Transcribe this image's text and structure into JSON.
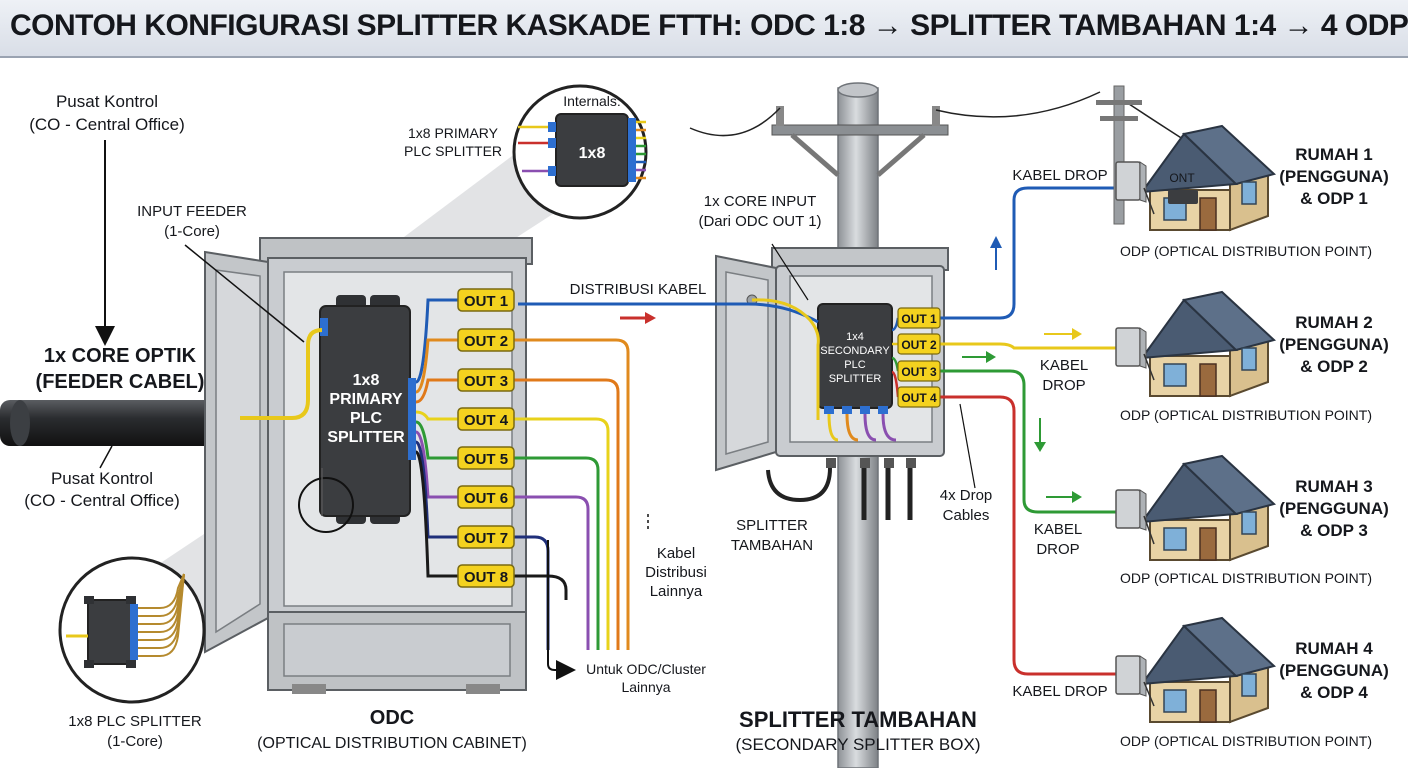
{
  "title": "CONTOH KONFIGURASI SPLITTER KASKADE FTTH: ODC 1:8 → SPLITTER TAMBAHAN 1:4 → 4 ODP",
  "central_office": {
    "top_line1": "Pusat Kontrol",
    "top_line2": "(CO - Central Office)",
    "bottom_line1": "Pusat Kontrol",
    "bottom_line2": "(CO - Central Office)"
  },
  "feeder": {
    "line1": "1x CORE OPTIK",
    "line2": "(FEEDER CABEL)",
    "input_line1": "INPUT FEEDER",
    "input_line2": "(1-Core)"
  },
  "primary_inset": {
    "internals_label": "Internals:",
    "chip_label": "1x8",
    "caption_line1": "1x8 PRIMARY",
    "caption_line2": "PLC SPLITTER"
  },
  "plc_inset": {
    "caption_line1": "1x8 PLC SPLITTER",
    "caption_line2": "(1-Core)"
  },
  "odc": {
    "splitter_lines": [
      "1x8",
      "PRIMARY",
      "PLC",
      "SPLITTER"
    ],
    "outputs": [
      "OUT 1",
      "OUT 2",
      "OUT 3",
      "OUT 4",
      "OUT 5",
      "OUT 6",
      "OUT 7",
      "OUT 8"
    ],
    "name": "ODC",
    "full_name": "(OPTICAL DISTRIBUTION CABINET)",
    "distribution_label": "DISTRIBUSI KABEL",
    "other_cables_lines": [
      "Kabel",
      "Distribusi",
      "Lainnya"
    ],
    "other_odc_line1": "Untuk ODC/Cluster",
    "other_odc_line2": "Lainnya"
  },
  "secondary": {
    "input_line1": "1x CORE INPUT",
    "input_line2": "(Dari ODC OUT 1)",
    "splitter_lines": [
      "1x4",
      "SECONDARY",
      "PLC",
      "SPLITTER"
    ],
    "outputs": [
      "OUT 1",
      "OUT 2",
      "OUT 3",
      "OUT 4"
    ],
    "side_line1": "SPLITTER",
    "side_line2": "TAMBAHAN",
    "drop_cables_line1": "4x Drop",
    "drop_cables_line2": "Cables",
    "name": "SPLITTER TAMBAHAN",
    "full_name": "(SECONDARY SPLITTER BOX)"
  },
  "houses": [
    {
      "line1": "RUMAH 1",
      "line2": "(PENGGUNA)",
      "line3": "& ODP 1",
      "odp": "ODP (OPTICAL DISTRIBUTION POINT)",
      "drop": "KABEL DROP",
      "ont": "ONT"
    },
    {
      "line1": "RUMAH 2",
      "line2": "(PENGGUNA)",
      "line3": "& ODP 2",
      "odp": "ODP (OPTICAL DISTRIBUTION POINT)",
      "drop_line1": "KABEL",
      "drop_line2": "DROP"
    },
    {
      "line1": "RUMAH 3",
      "line2": "(PENGGUNA)",
      "line3": "& ODP 3",
      "odp": "ODP (OPTICAL DISTRIBUTION POINT)",
      "drop_line1": "KABEL",
      "drop_line2": "DROP"
    },
    {
      "line1": "RUMAH 4",
      "line2": "(PENGGUNA)",
      "line3": "& ODP 4",
      "odp": "ODP (OPTICAL DISTRIBUTION POINT)",
      "drop": "KABEL DROP"
    }
  ],
  "colors": {
    "out1": "#1f5bb5",
    "out2": "#e08a1e",
    "out3": "#e0791a",
    "out4": "#e8d21b",
    "out5": "#2e9a35",
    "out6": "#8a4fb0",
    "out7": "#1f2f7a",
    "out8": "#1a1a1a",
    "drop1": "#1f5bb5",
    "drop2": "#e8c81b",
    "drop3": "#2e9a35",
    "drop4": "#c9302c",
    "label_fill": "#f4d21f",
    "cabinet": "#c7cacd",
    "splitter": "#3b3d40"
  }
}
